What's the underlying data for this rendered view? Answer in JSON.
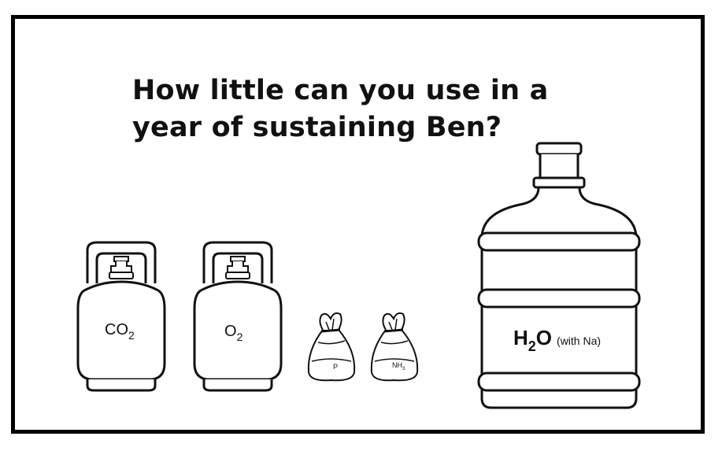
{
  "question": {
    "line1": "How little can you use in a",
    "line2": "year of sustaining Ben?"
  },
  "items": [
    {
      "id": "co2",
      "kind": "gas-cylinder",
      "label_main": "CO",
      "label_sub": "2"
    },
    {
      "id": "o2",
      "kind": "gas-cylinder",
      "label_main": "O",
      "label_sub": "2"
    },
    {
      "id": "p",
      "kind": "sack",
      "label_main": "P",
      "label_sub": ""
    },
    {
      "id": "nh3",
      "kind": "sack",
      "label_main": "NH",
      "label_sub": "3"
    },
    {
      "id": "h2o",
      "kind": "water-jug",
      "label_main": "H",
      "label_sub": "2",
      "label_tail": "O",
      "label_note": "(with Na)"
    }
  ]
}
